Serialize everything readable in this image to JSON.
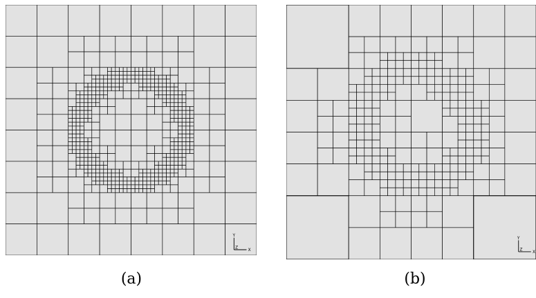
{
  "figure": {
    "panels": [
      {
        "caption": "(a)",
        "axes": {
          "y": "Y",
          "z": "Z",
          "x": "X"
        }
      },
      {
        "caption": "(b)",
        "axes": {
          "y": "Y",
          "z": "Z",
          "x": "X"
        }
      }
    ],
    "colors": {
      "cell_fill": "#e2e2e2",
      "edge": "#000000"
    }
  }
}
